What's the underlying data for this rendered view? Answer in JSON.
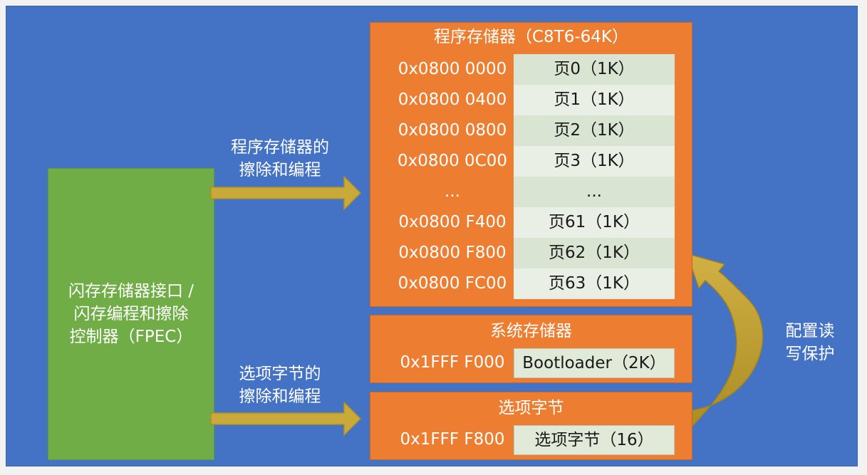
{
  "fpec": {
    "label": "闪存存储器接口 /\n闪存编程和擦除\n控制器（FPEC）"
  },
  "program_memory": {
    "title": "程序存储器（C8T6-64K）",
    "rows": [
      {
        "address": "0x0800 0000",
        "page": "页0（1K）"
      },
      {
        "address": "0x0800 0400",
        "page": "页1（1K）"
      },
      {
        "address": "0x0800 0800",
        "page": "页2（1K）"
      },
      {
        "address": "0x0800 0C00",
        "page": "页3（1K）"
      },
      {
        "address": "...",
        "page": "..."
      },
      {
        "address": "0x0800 F400",
        "page": "页61（1K）"
      },
      {
        "address": "0x0800 F800",
        "page": "页62（1K）"
      },
      {
        "address": "0x0800 FC00",
        "page": "页63（1K）"
      }
    ]
  },
  "system_memory": {
    "title": "系统存储器",
    "address": "0x1FFF F000",
    "content": "Bootloader（2K）"
  },
  "option_bytes": {
    "title": "选项字节",
    "address": "0x1FFF F800",
    "content": "选项字节（16）"
  },
  "arrows": {
    "program": "程序存储器的\n擦除和编程",
    "option": "选项字节的\n擦除和编程",
    "protect": "配置读\n写保护"
  },
  "colors": {
    "background": "#4472c4",
    "fpec": "#70ad47",
    "memory": "#ed7d31",
    "arrow": "#c9a93a",
    "cell": "#e2ebdc"
  }
}
